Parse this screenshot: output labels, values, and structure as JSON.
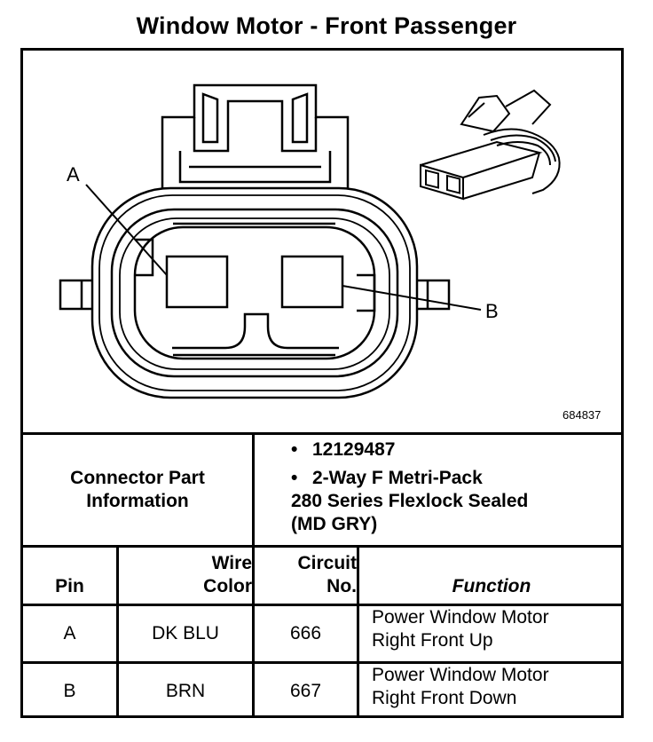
{
  "title": "Window Motor - Front Passenger",
  "diagram": {
    "pin_labels": [
      "A",
      "B"
    ],
    "figure_number": "684837",
    "icons": [
      "connector-face-view",
      "connector-3d-view"
    ]
  },
  "connector_part_info": {
    "label_line1": "Connector Part",
    "label_line2": "Information",
    "bullet": "•",
    "part_number": "12129487",
    "description_line1": "2-Way F Metri-Pack",
    "description_line2": "280 Series Flexlock Sealed",
    "description_line3": "(MD GRY)"
  },
  "pin_table": {
    "headers": {
      "pin": "Pin",
      "wire_color_line1": "Wire",
      "wire_color_line2": "Color",
      "circuit_line1": "Circuit",
      "circuit_line2": "No.",
      "function": "Function"
    },
    "rows": [
      {
        "pin": "A",
        "wire_color": "DK BLU",
        "circuit": "666",
        "function_line1": "Power Window Motor",
        "function_line2": "Right Front Up"
      },
      {
        "pin": "B",
        "wire_color": "BRN",
        "circuit": "667",
        "function_line1": "Power Window Motor",
        "function_line2": "Right Front Down"
      }
    ]
  }
}
